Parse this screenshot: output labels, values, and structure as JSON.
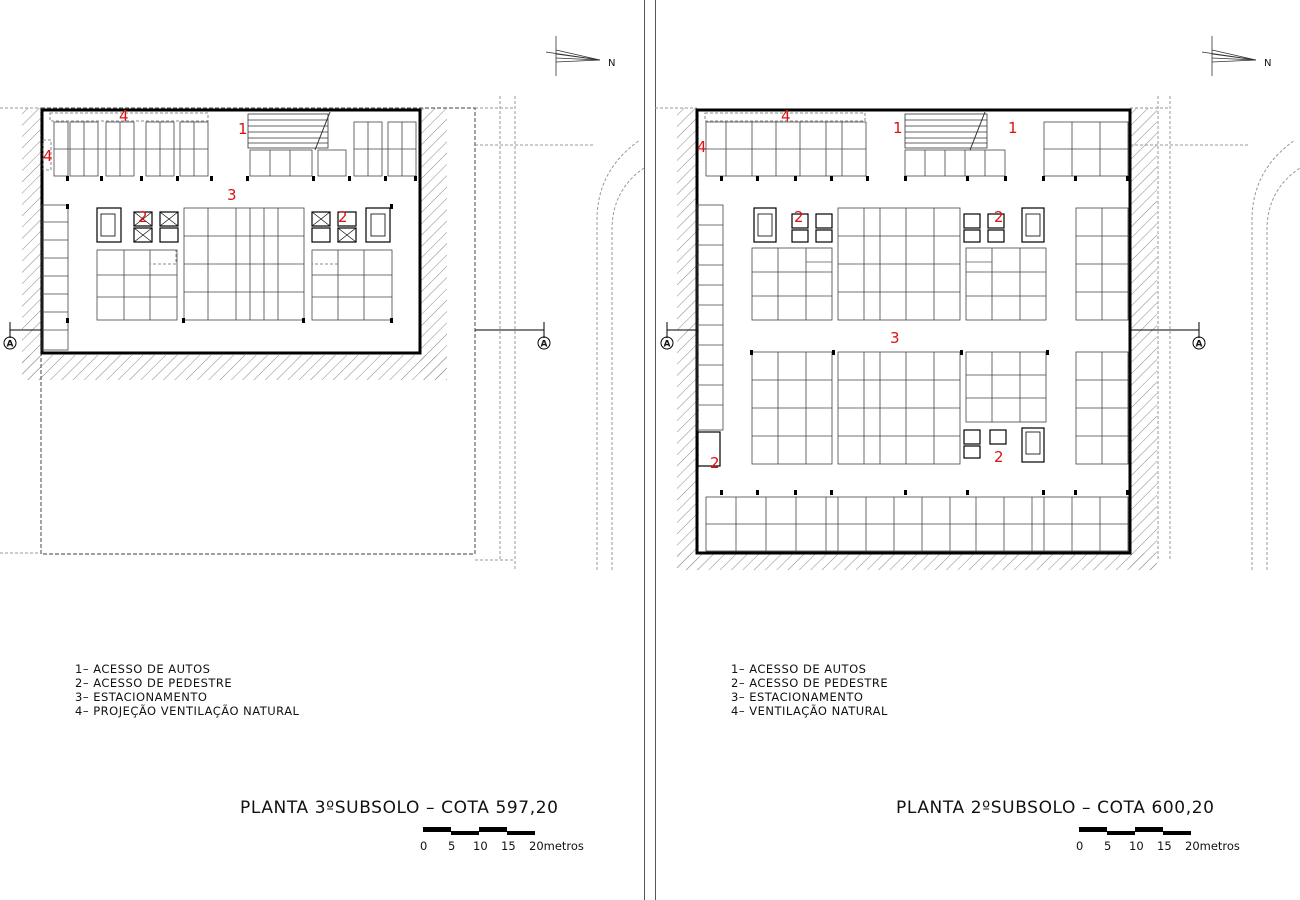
{
  "north_label": "N",
  "section_label": "A",
  "left": {
    "title": "PLANTA 3ºSUBSOLO – COTA 597,20",
    "legend": [
      "1– ACESSO DE AUTOS",
      "2– ACESSO DE PEDESTRE",
      "3– ESTACIONAMENTO",
      "4– PROJEÇÃO VENTILAÇÃO NATURAL"
    ],
    "labels": {
      "l1": "1",
      "l2a": "2",
      "l2b": "2",
      "l3": "3",
      "l4a": "4",
      "l4b": "4"
    }
  },
  "right": {
    "title": "PLANTA 2ºSUBSOLO – COTA 600,20",
    "legend": [
      "1– ACESSO DE AUTOS",
      "2– ACESSO DE PEDESTRE",
      "3– ESTACIONAMENTO",
      "4– VENTILAÇÃO NATURAL"
    ],
    "labels": {
      "l1a": "1",
      "l1b": "1",
      "l2a": "2",
      "l2b": "2",
      "l2c": "2",
      "l2d": "2",
      "l3": "3",
      "l4a": "4",
      "l4b": "4"
    }
  },
  "scale": {
    "ticks": [
      "0",
      "5",
      "10",
      "15",
      "20metros"
    ]
  }
}
